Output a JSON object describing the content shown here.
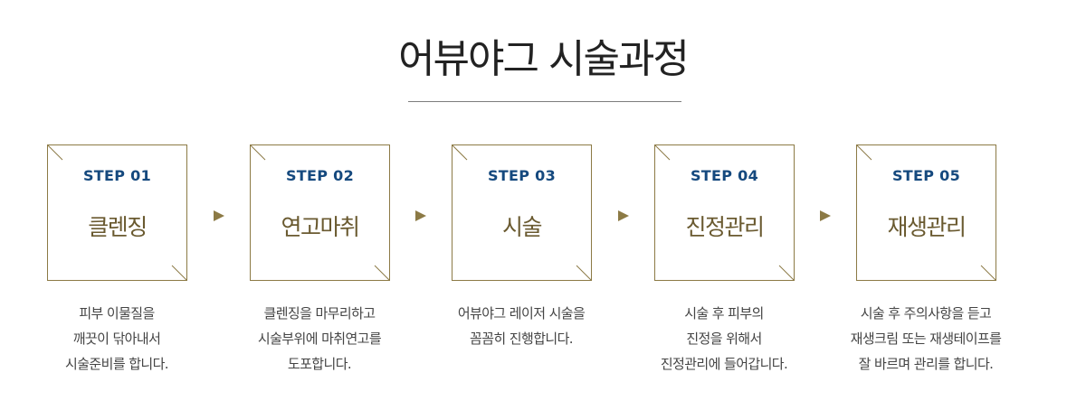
{
  "page": {
    "title": "어뷰야그 시술과정"
  },
  "steps": [
    {
      "step": "STEP 01",
      "name": "클렌징",
      "desc": [
        "피부 이물질을",
        "깨끗이 닦아내서",
        "시술준비를 합니다."
      ]
    },
    {
      "step": "STEP 02",
      "name": "연고마취",
      "desc": [
        "클렌징을 마무리하고",
        "시술부위에 마취연고를",
        "도포합니다."
      ]
    },
    {
      "step": "STEP 03",
      "name": "시술",
      "desc": [
        "어뷰야그 레이저 시술을",
        "꼼꼼히 진행합니다."
      ]
    },
    {
      "step": "STEP 04",
      "name": "진정관리",
      "desc": [
        "시술 후 피부의",
        "진정을 위해서",
        "진정관리에 들어갑니다."
      ]
    },
    {
      "step": "STEP 05",
      "name": "재생관리",
      "desc": [
        "시술 후 주의사항을 듣고",
        "재생크림 또는 재생테이프를",
        "잘 바르며 관리를 합니다."
      ]
    }
  ],
  "colors": {
    "border": "#8c7a45",
    "step_label": "#15497e",
    "step_name": "#6a5a30",
    "arrow": "#8c7a45"
  },
  "icons": {
    "arrow": "arrow-right-icon"
  }
}
